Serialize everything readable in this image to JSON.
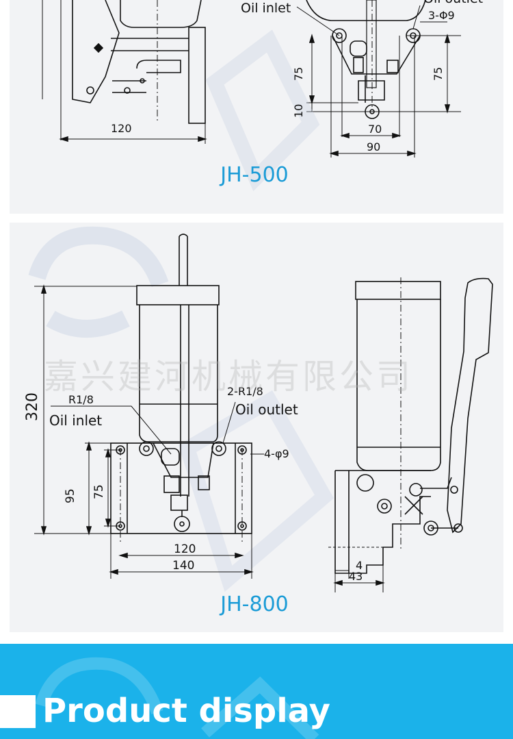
{
  "top_diagram": {
    "model": "JH-500",
    "labels": {
      "oil_inlet": "Oil inlet",
      "oil_outlet": "Oil outlet",
      "holes": "3-Φ9"
    },
    "dimensions": {
      "d120": "120",
      "d75_left": "75",
      "d75_right": "75",
      "d10": "10",
      "d70": "70",
      "d90": "90"
    }
  },
  "bottom_diagram": {
    "model": "JH-800",
    "labels": {
      "inlet_thread": "R1/8",
      "oil_inlet": "Oil inlet",
      "outlet_thread": "2-R1/8",
      "oil_outlet": "Oil outlet",
      "holes": "4-φ9"
    },
    "dimensions": {
      "d320": "320",
      "d95": "95",
      "d75": "75",
      "d120": "120",
      "d140": "140",
      "d4": "4",
      "d43": "43"
    }
  },
  "watermark": "嘉兴建河机械有限公司",
  "banner": {
    "title": "Product display",
    "color": "#1bb2ea"
  },
  "colors": {
    "model_text": "#1a9bd6",
    "panel_bg": "#f2f3f5"
  }
}
